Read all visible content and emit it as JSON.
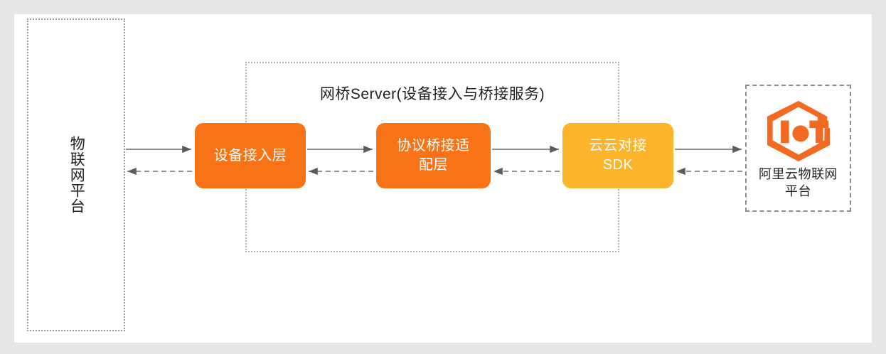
{
  "page": {
    "background_color": "#e6e6e6",
    "canvas_color": "#ffffff"
  },
  "colors": {
    "primary_orange": "#f97316",
    "secondary_amber": "#fcb42c",
    "logo_orange": "#f26a21",
    "solid_line": "#6b6b6b",
    "dashed_line": "#6b6b6b",
    "dotted_border": "#9a9a9a",
    "text_dark": "#1f1f1f",
    "text_light": "#ffffff"
  },
  "left_platform": {
    "label": "物联网平台",
    "border_style": "dotted"
  },
  "bridge_container": {
    "title": "网桥Server(设备接入与桥接服务)",
    "border_style": "dotted"
  },
  "process_boxes": [
    {
      "id": "device-access-layer",
      "label": "设备接入层",
      "color": "#f97316"
    },
    {
      "id": "protocol-bridge-adapter-layer",
      "label": "协议桥接适\n配层",
      "color": "#f97316"
    },
    {
      "id": "cloud-to-cloud-sdk",
      "label": "云云对接\nSDK",
      "color": "#fcb42c"
    }
  ],
  "cloud_platform": {
    "logo_name": "iot-hexagon-logo",
    "label": "阿里云物联网\n平台",
    "border_style": "dashed"
  },
  "connectors": [
    {
      "id": "conn-1-forward",
      "from": "left_platform",
      "to": "device-access-layer",
      "style": "solid",
      "direction": "right"
    },
    {
      "id": "conn-1-return",
      "from": "device-access-layer",
      "to": "left_platform",
      "style": "dashed",
      "direction": "left"
    },
    {
      "id": "conn-2-forward",
      "from": "device-access-layer",
      "to": "protocol-bridge-adapter-layer",
      "style": "solid",
      "direction": "right"
    },
    {
      "id": "conn-2-return",
      "from": "protocol-bridge-adapter-layer",
      "to": "device-access-layer",
      "style": "dashed",
      "direction": "left"
    },
    {
      "id": "conn-3-forward",
      "from": "protocol-bridge-adapter-layer",
      "to": "cloud-to-cloud-sdk",
      "style": "solid",
      "direction": "right"
    },
    {
      "id": "conn-3-return",
      "from": "cloud-to-cloud-sdk",
      "to": "protocol-bridge-adapter-layer",
      "style": "dashed",
      "direction": "left"
    },
    {
      "id": "conn-4-forward",
      "from": "cloud-to-cloud-sdk",
      "to": "cloud_platform",
      "style": "solid",
      "direction": "right"
    },
    {
      "id": "conn-4-return",
      "from": "cloud_platform",
      "to": "cloud-to-cloud-sdk",
      "style": "dashed",
      "direction": "left"
    }
  ]
}
